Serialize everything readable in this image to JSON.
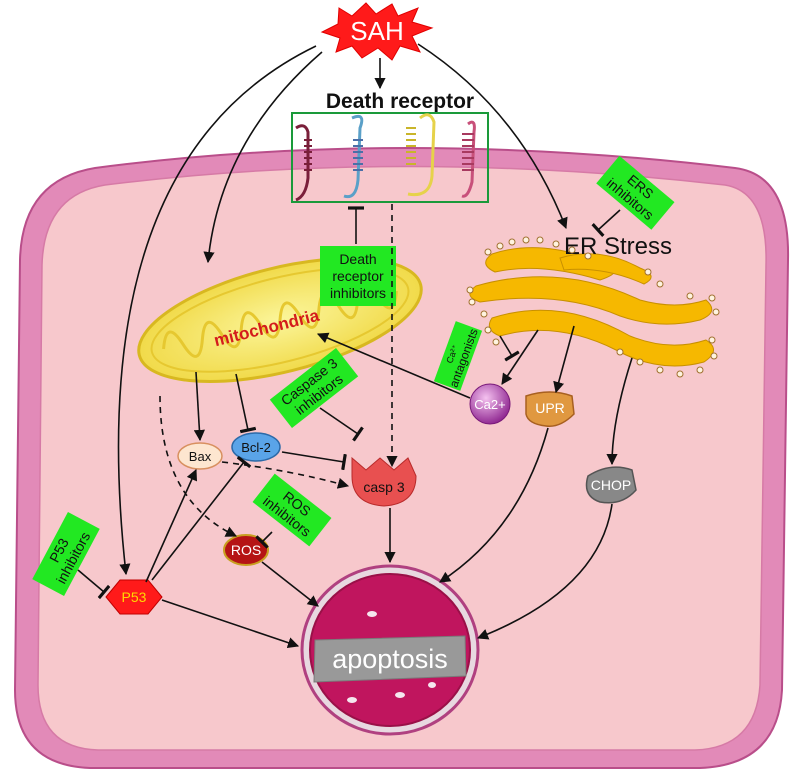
{
  "title": "SAH",
  "labels": {
    "death_receptor": "Death receptor",
    "er_stress": "ER Stress",
    "mitochondria": "mitochondria",
    "bax": "Bax",
    "bcl2": "Bcl-2",
    "casp3": "casp 3",
    "ros": "ROS",
    "p53": "P53",
    "ca2": "Ca2+",
    "upr": "UPR",
    "chop": "CHOP",
    "apoptosis": "apoptosis"
  },
  "inhibitors": {
    "death_receptor": [
      "Death",
      "receptor",
      "inhibitors"
    ],
    "ers": [
      "ERS",
      "inhibitors"
    ],
    "caspase3": [
      "Caspase 3",
      "inhibitors"
    ],
    "ros": [
      "ROS",
      "inhibitors"
    ],
    "p53": [
      "P53",
      "inhibitors"
    ],
    "ca2": [
      "Ca²⁺",
      "antagonists"
    ]
  },
  "colors": {
    "cell_border": "#c8609a",
    "cytoplasm": "#f7c9cc",
    "inhibitor_box": "#22e822",
    "sah_star": "#ff1a1a",
    "mitochondria": "#f8ec6a",
    "er": "#f6b800",
    "nucleus": "#c0155e"
  }
}
